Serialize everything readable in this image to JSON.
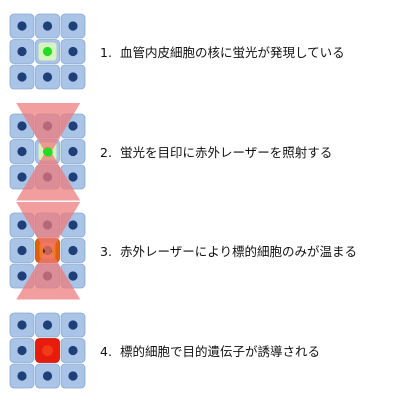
{
  "steps": [
    {
      "number": "1.",
      "text": "血管内皮細胞の核に蛍光が発現している",
      "center_cell": "fluorescent",
      "laser": false
    },
    {
      "number": "2.",
      "text": "蛍光を目印に赤外レーザーを照射する",
      "center_cell": "fluorescent",
      "laser": true
    },
    {
      "number": "3.",
      "text": "赤外レーザーにより標的細胞のみが温まる",
      "center_cell": "heated",
      "laser": true
    },
    {
      "number": "4.",
      "text": "標的細胞で目的遺伝子が誘導される",
      "center_cell": "induced",
      "laser": false
    }
  ],
  "colors": {
    "cell_fill": "#a9c4e6",
    "cell_stroke": "#8aa8d0",
    "nucleus": "#1f3f78",
    "fluorescent_glow": "#d9f3c0",
    "fluorescent_nucleus": "#22dd22",
    "heated_cell": "#e0600e",
    "heated_inner": "#f07a2a",
    "induced_cell": "#e81c0c",
    "laser": "#ef7878",
    "laser_focus": "#bfe8a6",
    "text": "#111111"
  }
}
